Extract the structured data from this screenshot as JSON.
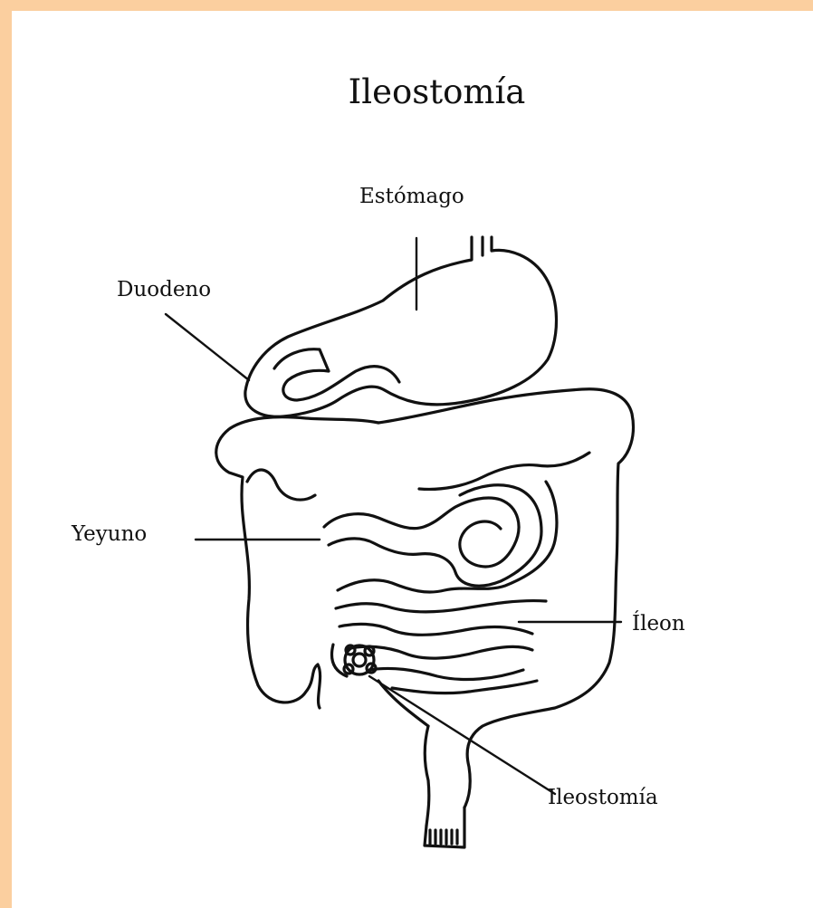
{
  "title": "Ileostomía",
  "labels": {
    "estomago": "Estómago",
    "duodeno": "Duodeno",
    "yeyuno": "Yeyuno",
    "ileon": "Íleon",
    "ileostomia": "Ileostomía"
  },
  "colors": {
    "background": "#fbcf9f",
    "page": "#ffffff",
    "ink": "#111111"
  }
}
